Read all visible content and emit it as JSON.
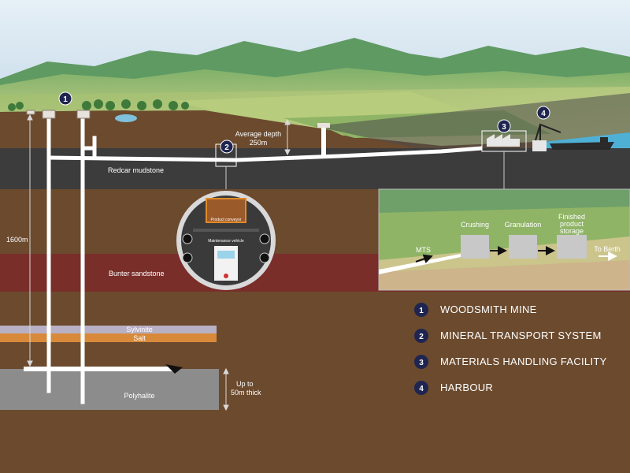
{
  "labels": {
    "average_depth": "Average depth",
    "average_depth_value": "250m",
    "redcar_mudstone": "Redcar mudstone",
    "bunter_sandstone": "Bunter sandstone",
    "depth_1600": "1600m",
    "sylvinite": "Sylvinite",
    "salt": "Salt",
    "polyhalite": "Polyhalite",
    "thickness_1": "Up to",
    "thickness_2": "50m thick"
  },
  "tunnel": {
    "product_conveyor": "Product conveyor",
    "maintenance_vehicle": "Maintenance vehicle"
  },
  "process": {
    "mts": "MTS",
    "crushing": "Crushing",
    "granulation": "Granulation",
    "finished_1": "Finished",
    "finished_2": "product",
    "finished_3": "storage",
    "to_berth": "To Berth"
  },
  "markers": [
    "1",
    "2",
    "3",
    "4"
  ],
  "legend": [
    {
      "number": "1",
      "label": "WOODSMITH MINE"
    },
    {
      "number": "2",
      "label": "MINERAL TRANSPORT SYSTEM"
    },
    {
      "number": "3",
      "label": "MATERIALS HANDLING FACILITY"
    },
    {
      "number": "4",
      "label": "HARBOUR"
    }
  ],
  "colors": {
    "sky": "#dbe9f2",
    "earth": "#6b4a2e",
    "mudstone": "#3c3c3c",
    "sandstone": "#7a2e2a",
    "sylvinite": "#b8b0c4",
    "salt": "#d88a3a",
    "polyhalite": "#8c8c8c",
    "marker": "#1f2550",
    "sea": "#4fb0d6"
  }
}
